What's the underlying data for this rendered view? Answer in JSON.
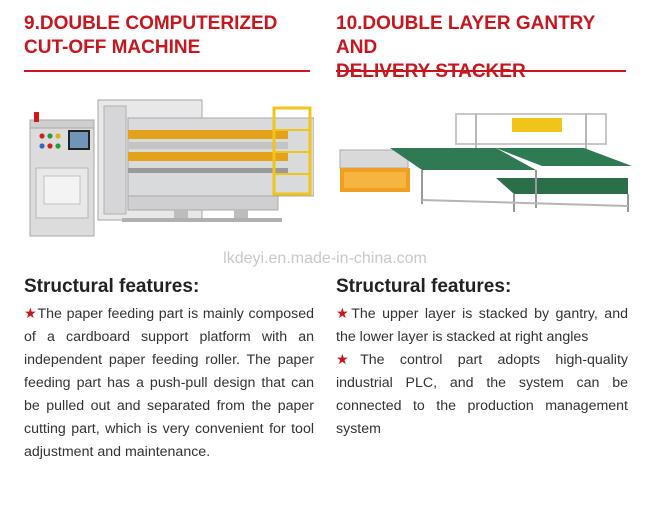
{
  "watermark": "lkdeyi.en.made-in-china.com",
  "left": {
    "heading": "9.DOUBLE COMPUTERIZED\nCUT-OFF MACHINE",
    "image_icon": "cut-off-machine-illustration",
    "features_title": "Structural features:",
    "features": [
      "The paper feeding part is mainly composed of a cardboard support platform with an independent paper feeding roller. The paper feeding part has a push-pull design that can be pulled out and separated from the paper cutting part, which is very convenient for tool adjustment and maintenance."
    ]
  },
  "right": {
    "heading": "10.DOUBLE LAYER GANTRY AND\nDELIVERY STACKER",
    "image_icon": "gantry-stacker-illustration",
    "features_title": "Structural features:",
    "features": [
      "The upper layer is stacked by gantry, and the lower layer is stacked at right angles",
      "The control part adopts high-quality industrial PLC, and the system can be connected to the production management system"
    ]
  },
  "bullet": "★",
  "colors": {
    "accent": "#c8161e",
    "text": "#333333"
  }
}
